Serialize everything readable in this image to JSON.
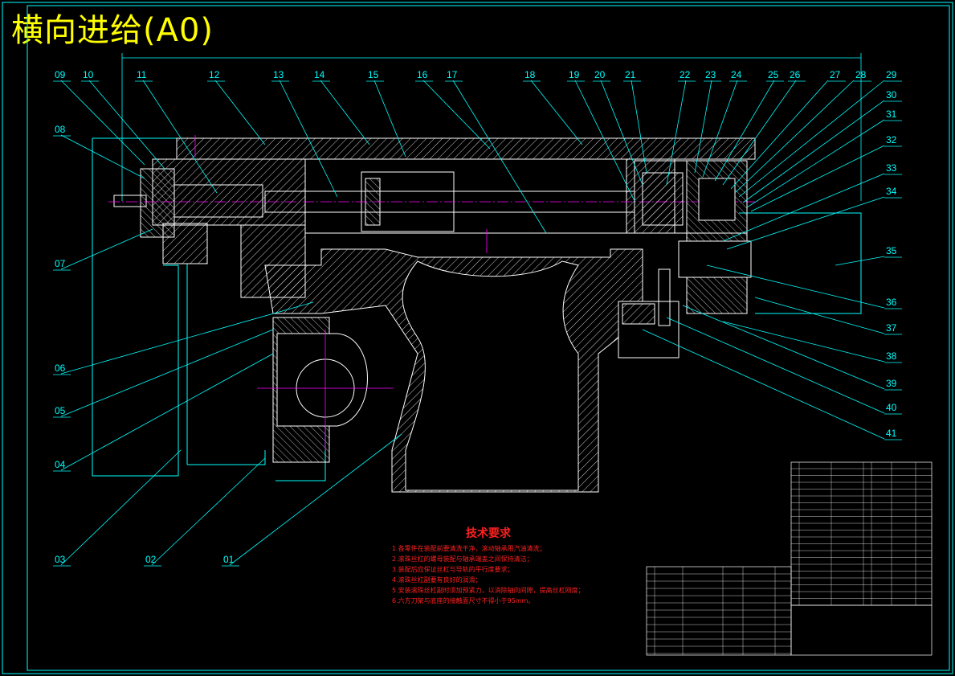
{
  "title": "横向进给(A0)",
  "callouts": [
    "01",
    "02",
    "03",
    "04",
    "05",
    "06",
    "07",
    "08",
    "09",
    "10",
    "11",
    "12",
    "13",
    "14",
    "15",
    "16",
    "17",
    "18",
    "19",
    "20",
    "21",
    "22",
    "23",
    "24",
    "25",
    "26",
    "27",
    "28",
    "29",
    "30",
    "31",
    "32",
    "33",
    "34",
    "35",
    "36",
    "37",
    "38",
    "39",
    "40",
    "41"
  ],
  "tech_requirements": {
    "heading": "技术要求",
    "lines": [
      "1.各零件在装配前要清洗干净，滚动轴承用汽油清洗；",
      "2.滚珠丝杠的螺母装配与轴承端盖之间保持清洁；",
      "3.装配后应保证丝杠与导轨的平行度要求；",
      "4.滚珠丝杠副要有良好的润滑；",
      "5.安装滚珠丝杠副时须加预紧力，以消除轴向间隙，提高丝杠刚度；",
      "6.六方刀架与底座的接触面尺寸不得小于95mm。"
    ]
  },
  "colors": {
    "outline": "#00ffff",
    "part": "#ffffff",
    "center": "#ff00ff",
    "text": "#ff2020",
    "title": "#ffff00"
  }
}
